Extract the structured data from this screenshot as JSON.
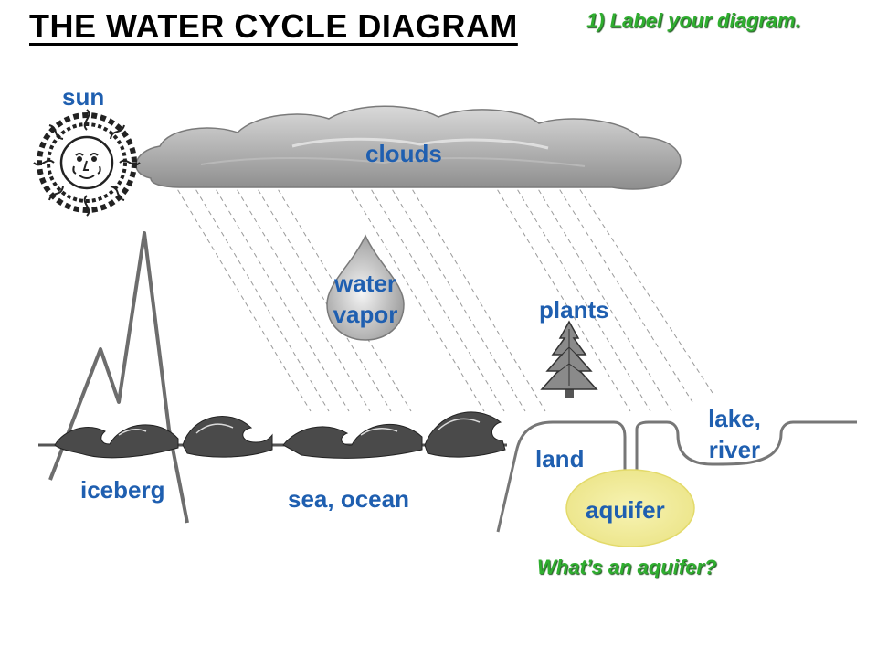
{
  "title": "THE WATER CYCLE DIAGRAM",
  "instruction": "1) Label your diagram.",
  "question": "What’s an aquifer?",
  "labels": {
    "sun": "sun",
    "clouds": "clouds",
    "water_vapor_line1": "water",
    "water_vapor_line2": "vapor",
    "plants": "plants",
    "lake_line1": "lake,",
    "lake_line2": "river",
    "land": "land",
    "aquifer": "aquifer",
    "iceberg": "iceberg",
    "sea": "sea, ocean"
  },
  "colors": {
    "label_blue": "#1f5fb0",
    "instruction_green": "#2fae2f",
    "aquifer_yellow": "#f4ef9c",
    "cloud_gray": "#a9a9a9"
  },
  "icons": [
    "sun-icon",
    "cloud-icon",
    "raindrop-icon",
    "pine-tree-icon",
    "wave-icon"
  ]
}
